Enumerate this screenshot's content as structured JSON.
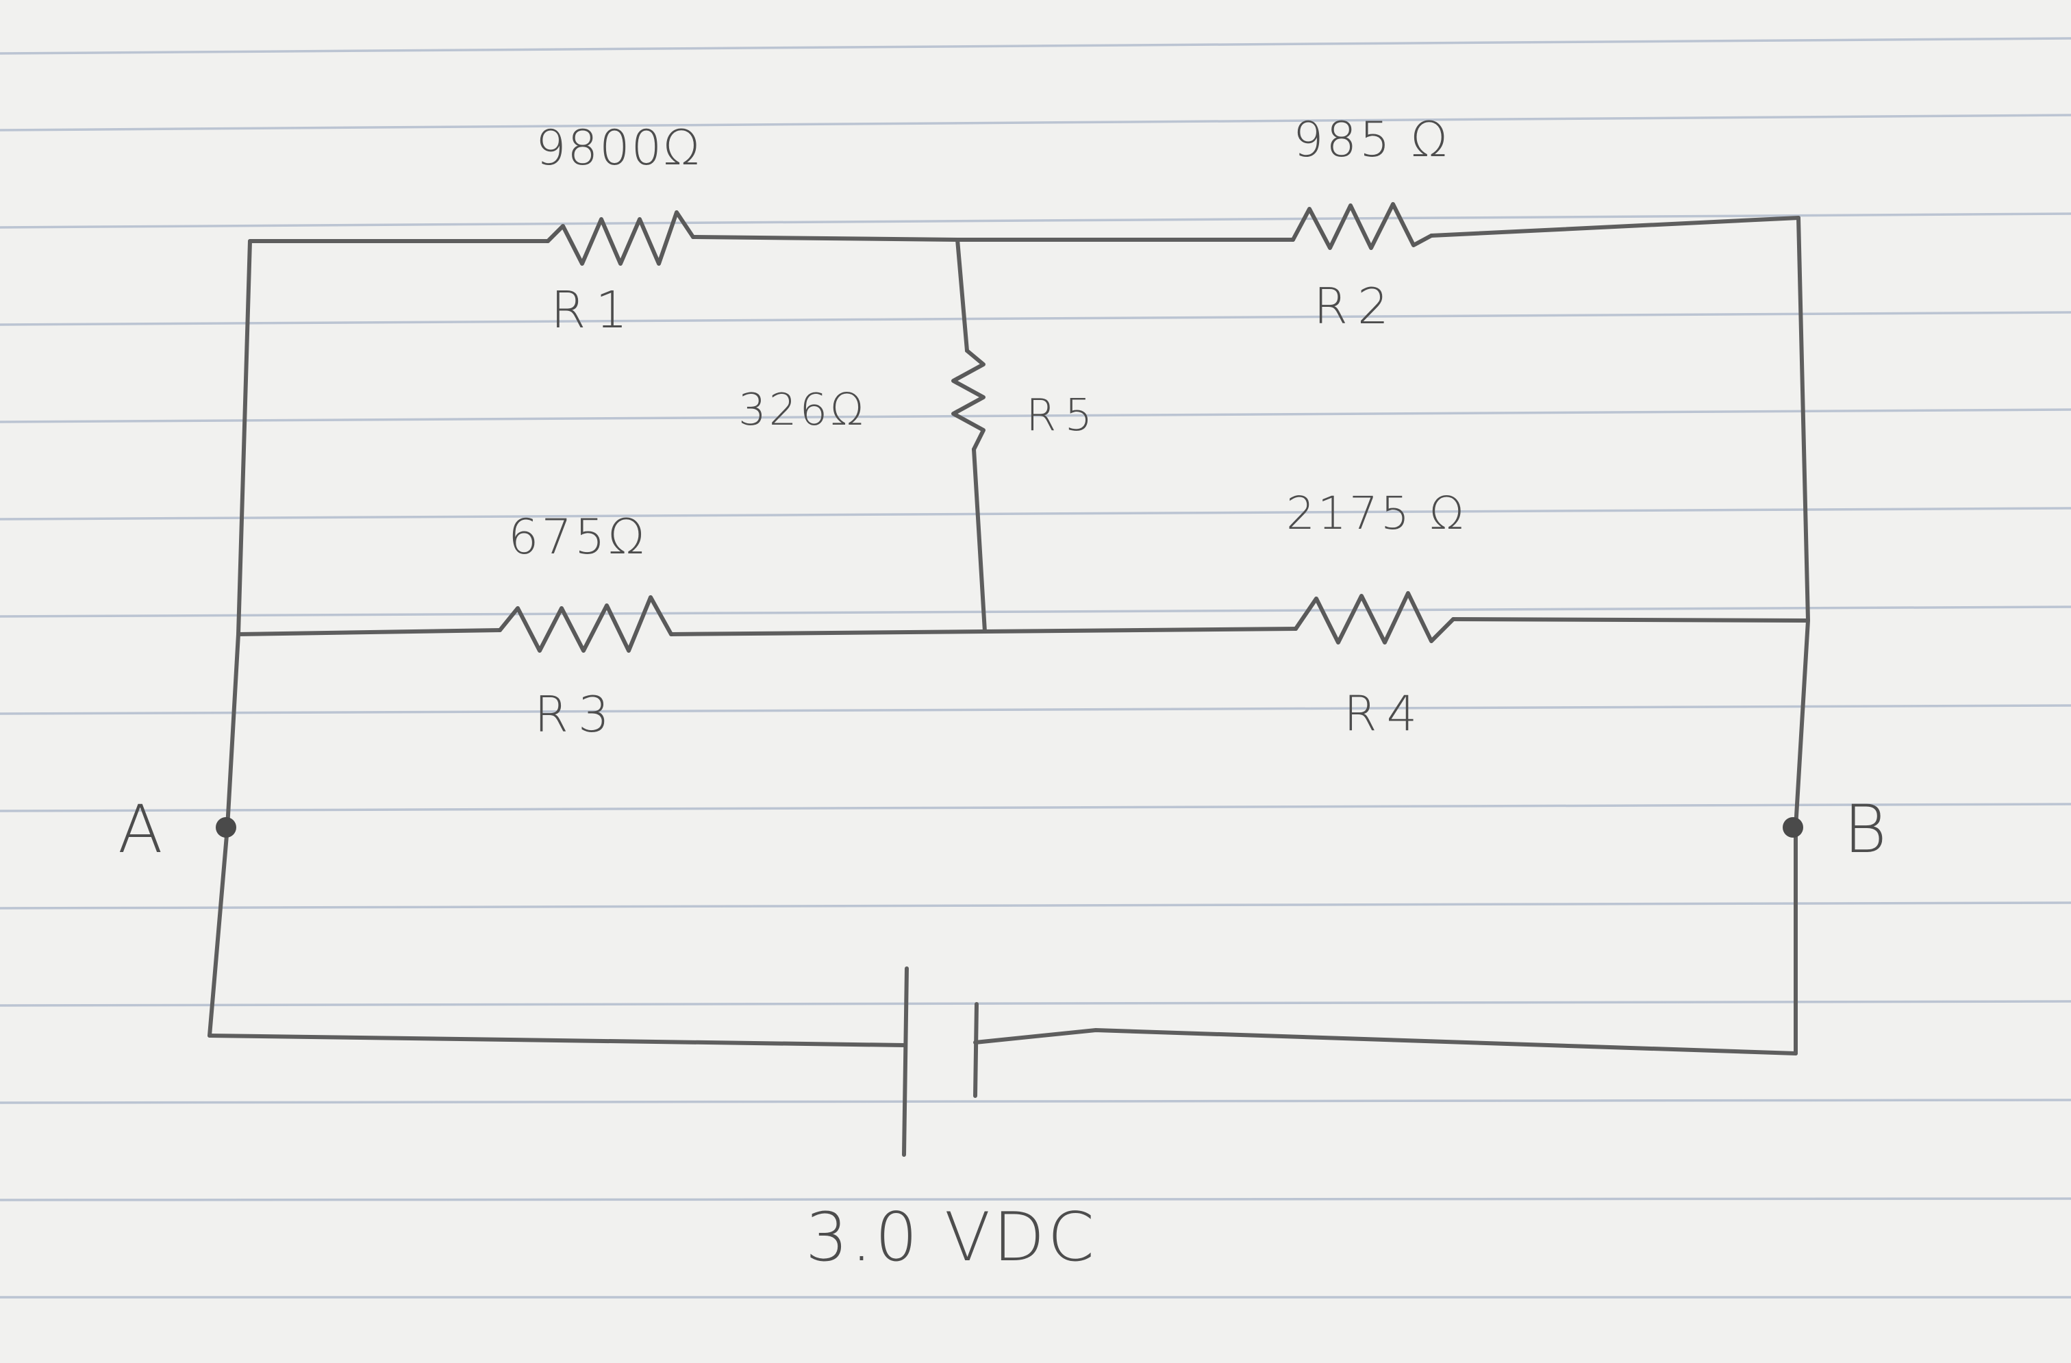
{
  "circuit": {
    "resistors": [
      {
        "id": "r1",
        "label": "R1",
        "value": "9800Ω"
      },
      {
        "id": "r2",
        "label": "R2",
        "value": "985 Ω"
      },
      {
        "id": "r3",
        "label": "R3",
        "value": "675Ω"
      },
      {
        "id": "r4",
        "label": "R4",
        "value": "2175 Ω"
      },
      {
        "id": "r5",
        "label": "R5",
        "value": "326Ω"
      }
    ],
    "nodes": {
      "a": "A",
      "b": "B"
    },
    "source": {
      "label": "3.0 VDC"
    }
  },
  "colors": {
    "paper": "#f1f1ef",
    "rule_line": "#aeb9cc",
    "pencil": "#5e5e5e"
  }
}
